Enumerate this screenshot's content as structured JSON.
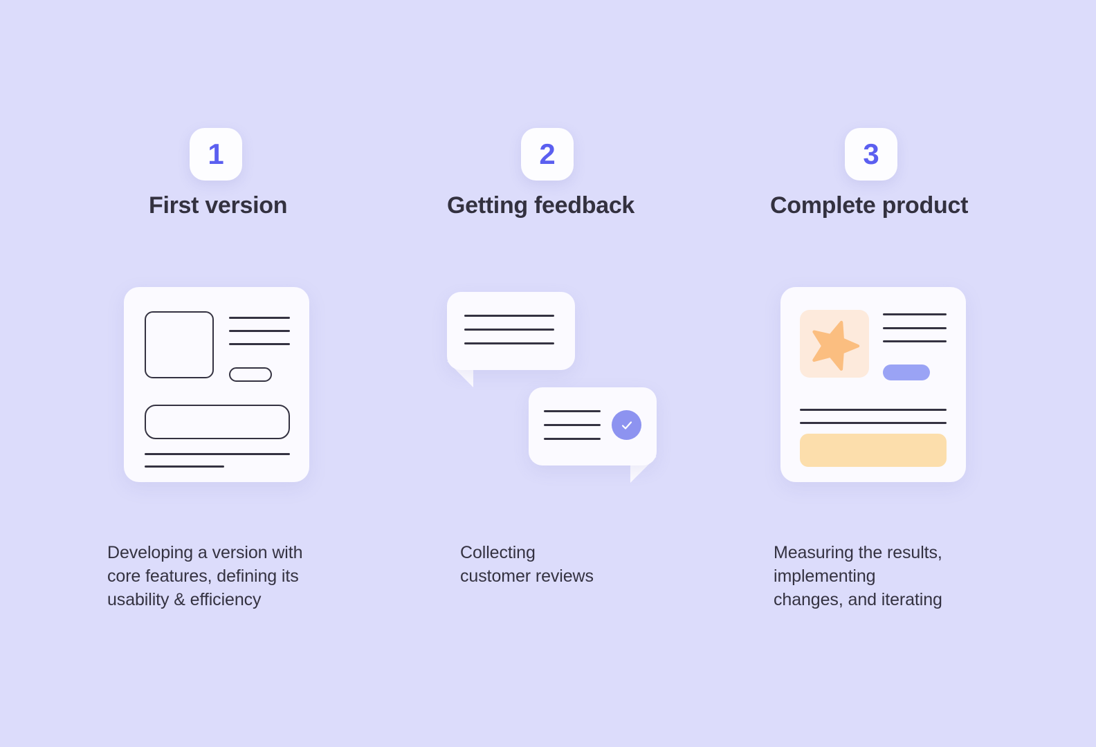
{
  "theme": {
    "background": "#dcdcfb",
    "accent_blue": "#5b5ff0",
    "pill_blue": "#9aa3f5",
    "check_blue": "#8d93f0",
    "ink": "#343241",
    "card_white": "#fbfaff",
    "peach_panel": "#fdeadc",
    "star_orange": "#fbbe80",
    "orange_bar": "#fcdeac"
  },
  "steps": [
    {
      "number": "1",
      "title": "First version",
      "description": "Developing a version with\ncore features, defining its\nusability & efficiency",
      "illustration": "wireframe-layout"
    },
    {
      "number": "2",
      "title": "Getting feedback",
      "description": "Collecting\ncustomer reviews",
      "illustration": "speech-bubbles"
    },
    {
      "number": "3",
      "title": "Complete product",
      "description": "Measuring the results,\nimplementing\nchanges, and iterating",
      "illustration": "finished-card"
    }
  ]
}
